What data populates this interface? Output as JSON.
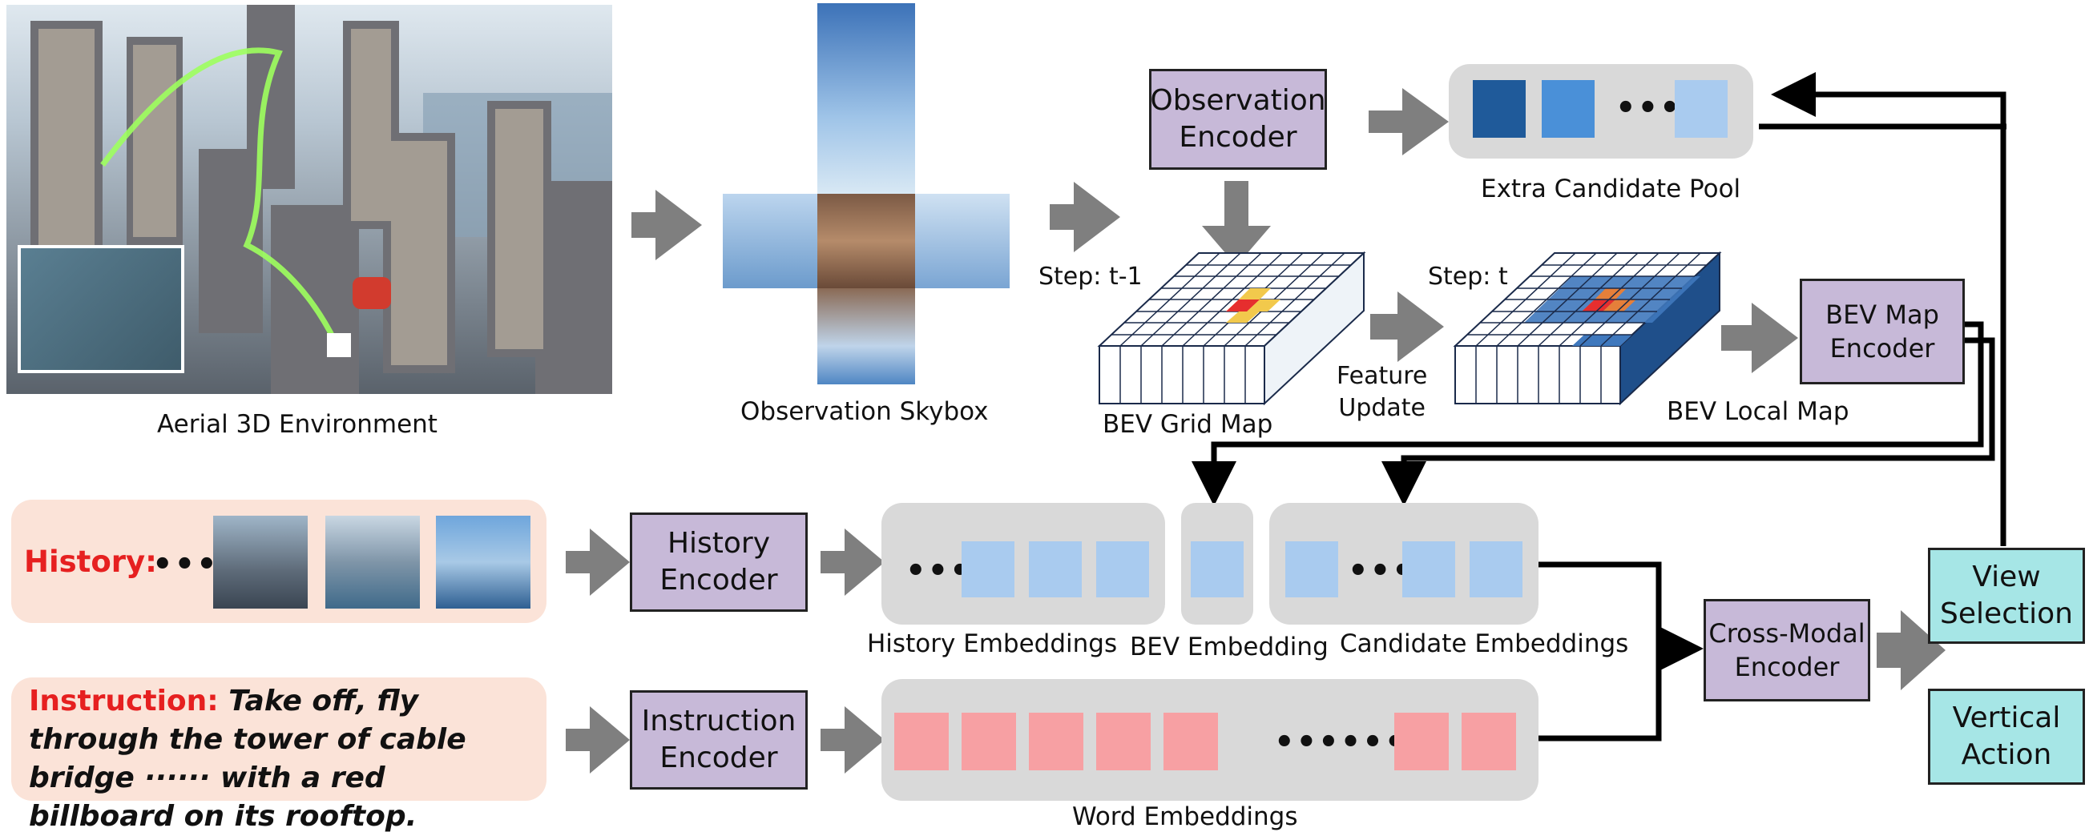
{
  "captions": {
    "aerial": "Aerial 3D Environment",
    "skybox": "Observation Skybox",
    "bev_grid": "BEV Grid Map",
    "bev_local": "BEV Local Map",
    "extra_pool": "Extra Candidate Pool",
    "history_emb": "History Embeddings",
    "bev_emb": "BEV Embedding",
    "cand_emb": "Candidate Embeddings",
    "word_emb": "Word Embeddings"
  },
  "labels": {
    "step_prev": "Step: t-1",
    "step_cur": "Step: t",
    "feature_update": "Feature\nUpdate"
  },
  "boxes": {
    "obs_encoder": "Observation\nEncoder",
    "bev_map_encoder": "BEV Map\nEncoder",
    "history_encoder": "History\nEncoder",
    "instruction_encoder": "Instruction\nEncoder",
    "cross_modal_encoder": "Cross-Modal\nEncoder",
    "view_selection": "View\nSelection",
    "vertical_action": "Vertical\nAction"
  },
  "history": {
    "label": "History:",
    "ellipsis": "•••"
  },
  "instruction": {
    "label": "Instruction:",
    "text": " Take off, fly through the tower of cable bridge ······ with a red billboard on its rooftop."
  },
  "ellipses": {
    "pool": "•••",
    "hist_emb": "•••",
    "cand_emb": "•••",
    "word_emb": "••••••"
  },
  "colors": {
    "arrow_gray": "#7f7f7f",
    "encoder_purple": "#c7b9d8",
    "action_cyan": "#a6e6e6",
    "embedding_blue": "#a9cbef",
    "word_red": "#f7a0a3",
    "pool_dark": "#1f5a9a",
    "pool_mid": "#4a90d8",
    "pool_light": "#a9cbef",
    "highlight_red": "#e62e2e"
  }
}
